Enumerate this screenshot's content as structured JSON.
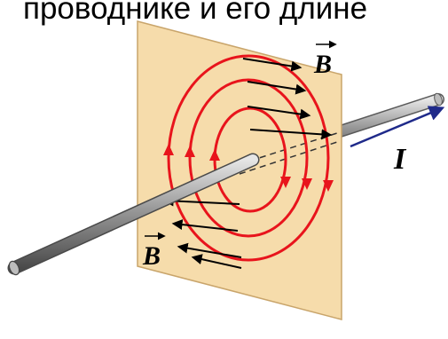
{
  "heading_text": "проводнике и его длине",
  "labels": {
    "field_top": "B",
    "field_bottom": "B",
    "current": "I"
  },
  "colors": {
    "panel": "#f6dcab",
    "panel_edge": "#c9a56b",
    "field_lines": "#e8141c",
    "wire": "#8a8a8a",
    "current_arrow": "#1f2a8a",
    "field_arrows": "#000000"
  }
}
